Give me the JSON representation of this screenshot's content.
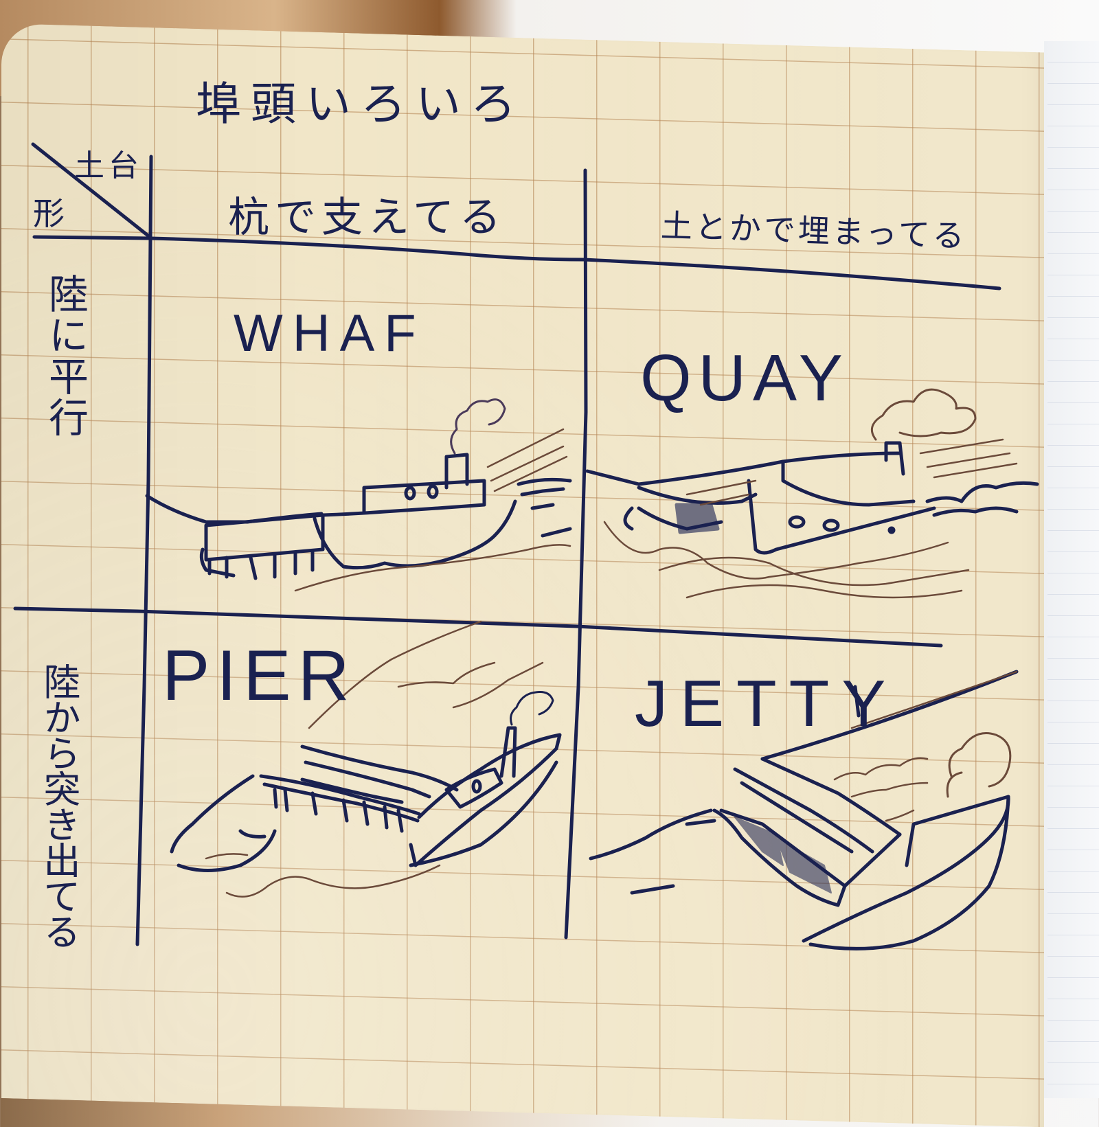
{
  "note": {
    "title": "埠頭いろいろ",
    "corner_header": {
      "top_label": "土台",
      "bottom_label": "形"
    },
    "columns": [
      {
        "id": "piles",
        "label": "杭で支えてる"
      },
      {
        "id": "filled",
        "label": "土とかで埋まってる"
      }
    ],
    "rows": [
      {
        "id": "parallel",
        "label": "陸に平行"
      },
      {
        "id": "protruding",
        "label": "陸から突き出てる"
      }
    ],
    "cells": [
      {
        "row": "parallel",
        "column": "piles",
        "term": "WHAF",
        "sketch": "steamship moored alongside pile-supported wharf parallel to shore"
      },
      {
        "row": "parallel",
        "column": "filled",
        "term": "QUAY",
        "sketch": "steamship beside solid filled quay wall parallel to shore"
      },
      {
        "row": "protruding",
        "column": "piles",
        "term": "PIER",
        "sketch": "pile-supported pier projecting from shore with small steamboat"
      },
      {
        "row": "protruding",
        "column": "filled",
        "term": "JETTY",
        "sketch": "solid hatched jetty projecting from shore with rowboat"
      }
    ]
  },
  "colors": {
    "paper": "#f1e6c8",
    "grid_line": "#b2804e",
    "ink": "#1a2150",
    "brown_ink": "#6b4a3a"
  }
}
